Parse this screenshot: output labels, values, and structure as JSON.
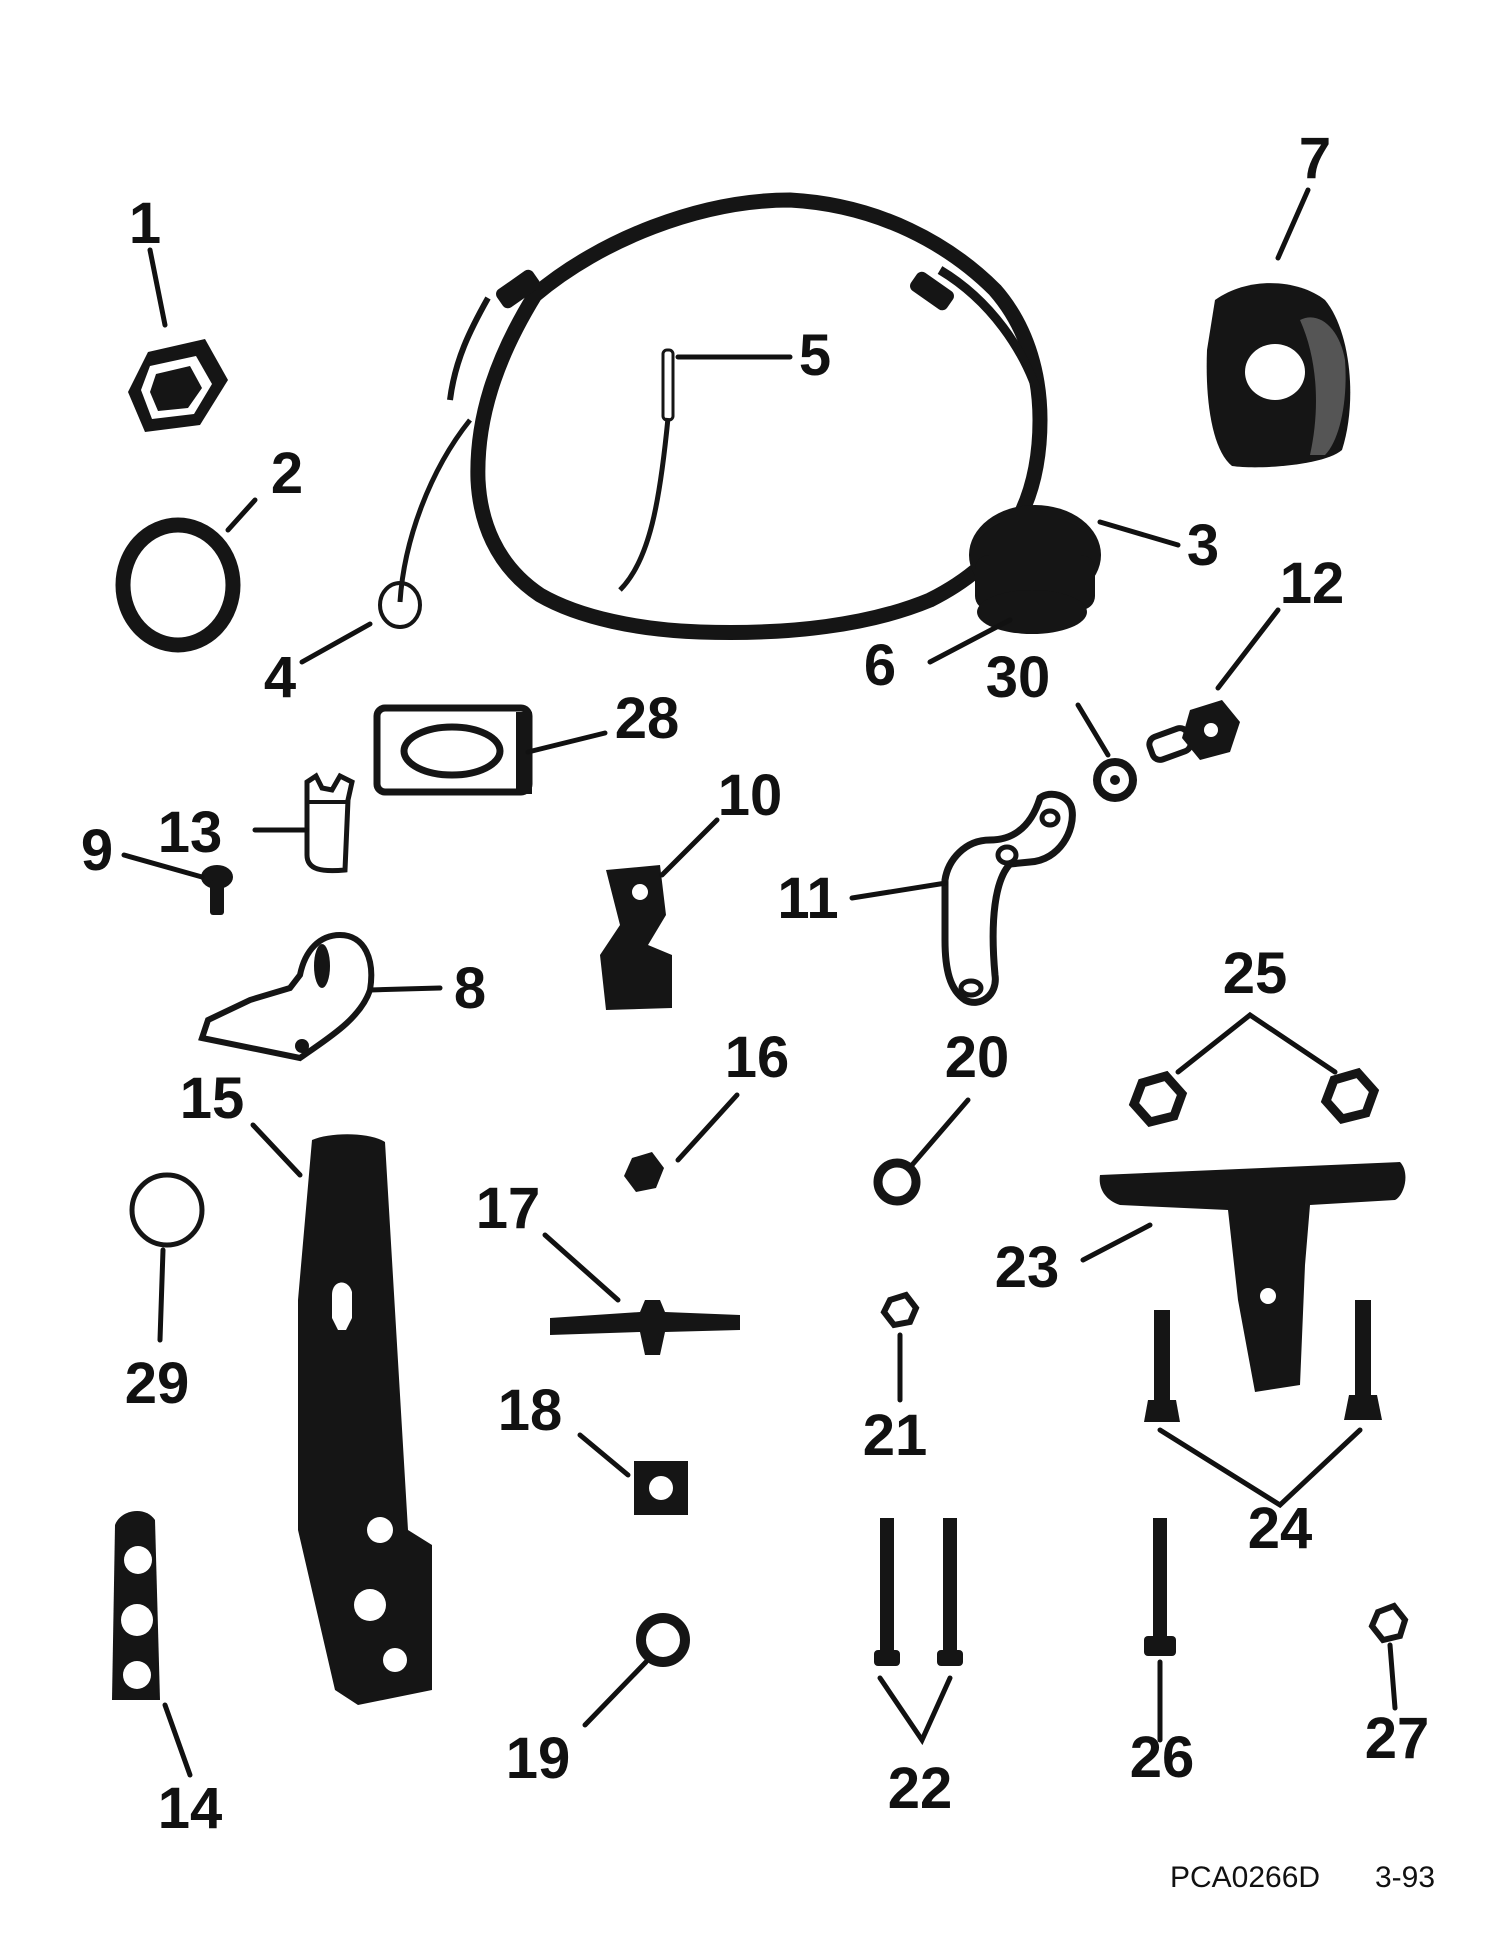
{
  "callouts": [
    "1",
    "2",
    "3",
    "4",
    "5",
    "6",
    "7",
    "8",
    "9",
    "10",
    "11",
    "12",
    "13",
    "14",
    "15",
    "16",
    "17",
    "18",
    "19",
    "20",
    "21",
    "22",
    "23",
    "24",
    "25",
    "26",
    "27",
    "28",
    "29",
    "30"
  ],
  "footer": {
    "drawing_code": "PCA0266D",
    "revision": "3-93"
  }
}
